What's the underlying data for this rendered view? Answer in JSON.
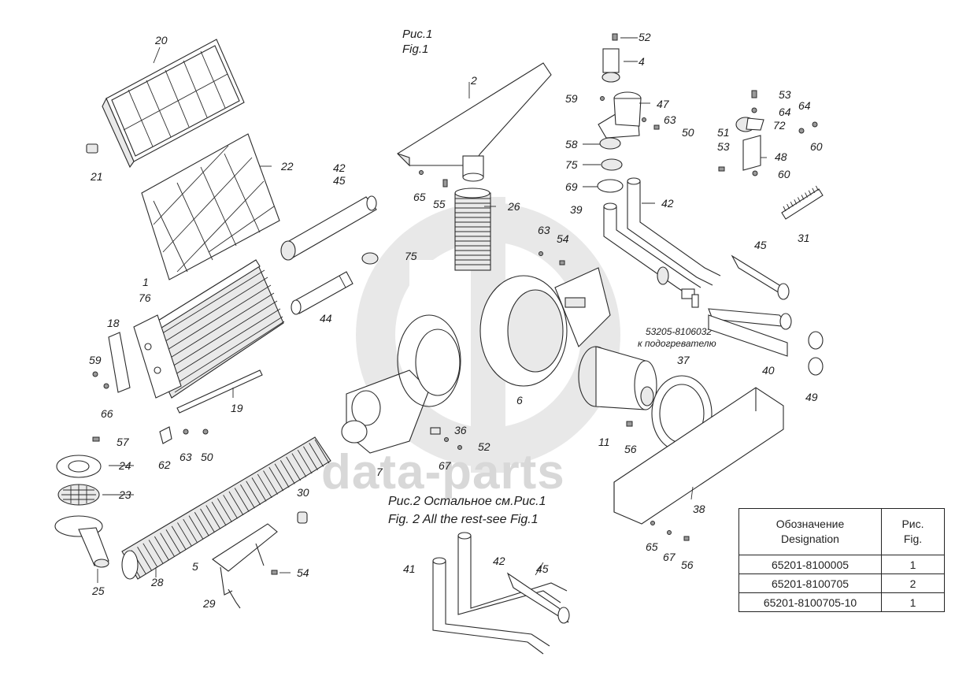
{
  "figure1": {
    "caption_ru": "Рис.1",
    "caption_en": "Fig.1"
  },
  "figure2": {
    "caption_ru": "Рис.2 Остальное см.Рис.1",
    "caption_en": "Fig. 2 All the rest-see Fig.1"
  },
  "heater_note": {
    "part_number": "53205-8106032",
    "text": "к подогревателю"
  },
  "watermark": {
    "text": "data-parts"
  },
  "table": {
    "header": {
      "designation_ru": "Обозначение",
      "designation_en": "Designation",
      "fig_ru": "Рис.",
      "fig_en": "Fig."
    },
    "rows": [
      {
        "designation": "65201-8100005",
        "fig": "1"
      },
      {
        "designation": "65201-8100705",
        "fig": "2"
      },
      {
        "designation": "65201-8100705-10",
        "fig": "1"
      }
    ]
  },
  "callouts": [
    "20",
    "21",
    "22",
    "42",
    "45",
    "1",
    "76",
    "18",
    "59",
    "66",
    "19",
    "57",
    "24",
    "23",
    "25",
    "28",
    "62",
    "63",
    "50",
    "5",
    "29",
    "54",
    "30",
    "7",
    "36",
    "67",
    "52",
    "6",
    "63",
    "54",
    "75",
    "65",
    "55",
    "26",
    "2",
    "52",
    "4",
    "59",
    "47",
    "63",
    "50",
    "58",
    "75",
    "69",
    "39",
    "42",
    "45",
    "53",
    "64",
    "51",
    "72",
    "53",
    "48",
    "60",
    "64",
    "60",
    "31",
    "53205-8106032",
    "40",
    "49",
    "37",
    "11",
    "56",
    "38",
    "65",
    "67",
    "56",
    "41",
    "42",
    "45",
    "44"
  ],
  "part_labels": {
    "p20": "20",
    "p21": "21",
    "p22": "22",
    "p42a": "42",
    "p45a": "45",
    "p1": "1",
    "p76": "76",
    "p18": "18",
    "p59a": "59",
    "p66": "66",
    "p19": "19",
    "p57": "57",
    "p24": "24",
    "p23": "23",
    "p25": "25",
    "p28": "28",
    "p62": "62",
    "p63a": "63",
    "p50a": "50",
    "p5": "5",
    "p29": "29",
    "p54a": "54",
    "p30": "30",
    "p7": "7",
    "p36": "36",
    "p67a": "67",
    "p52a": "52",
    "p6": "6",
    "p63b": "63",
    "p54b": "54",
    "p75a": "75",
    "p65a": "65",
    "p55": "55",
    "p26": "26",
    "p2": "2",
    "p52b": "52",
    "p4": "4",
    "p59b": "59",
    "p47": "47",
    "p63c": "63",
    "p50b": "50",
    "p58": "58",
    "p75b": "75",
    "p69": "69",
    "p39": "39",
    "p42b": "42",
    "p45b": "45",
    "p44": "44",
    "p53a": "53",
    "p64a": "64",
    "p51": "51",
    "p72": "72",
    "p53b": "53",
    "p48": "48",
    "p60a": "60",
    "p64b": "64",
    "p60b": "60",
    "p31": "31",
    "p40": "40",
    "p49": "49",
    "p37": "37",
    "p11": "11",
    "p56a": "56",
    "p38": "38",
    "p65b": "65",
    "p67b": "67",
    "p56b": "56",
    "p41": "41",
    "p42c": "42",
    "p45c": "45"
  }
}
